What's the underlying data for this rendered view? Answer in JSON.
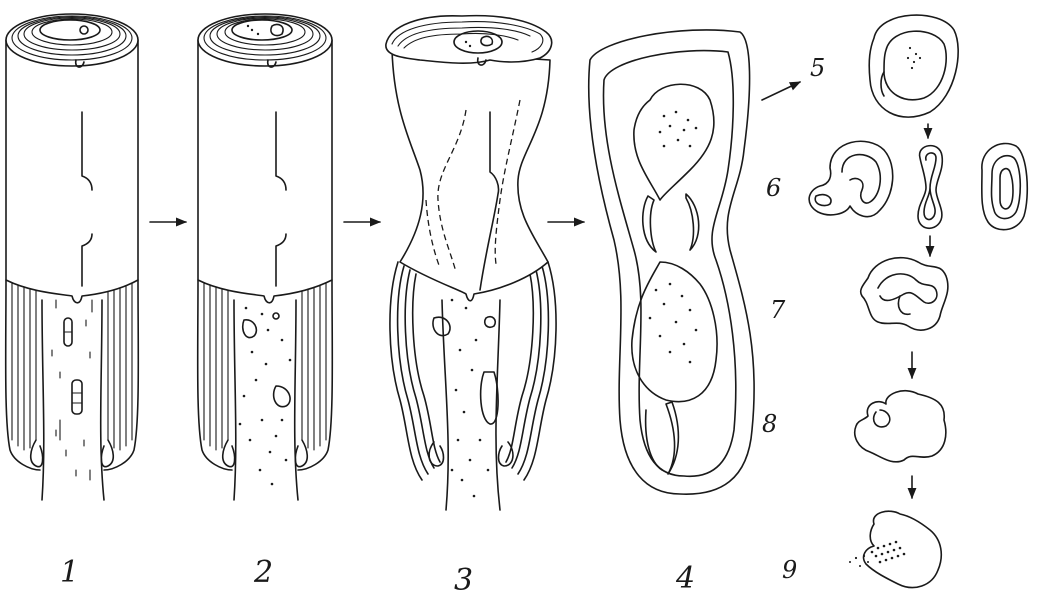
{
  "stages": [
    {
      "label": "1"
    },
    {
      "label": "2"
    },
    {
      "label": "3"
    },
    {
      "label": "4"
    },
    {
      "label": "5"
    },
    {
      "label": "6"
    },
    {
      "label": "7"
    },
    {
      "label": "8"
    },
    {
      "label": "9"
    }
  ],
  "arrows": [
    "1-to-2",
    "2-to-3",
    "3-to-4",
    "4-to-5",
    "5-to-6",
    "6-to-7",
    "7-to-8",
    "8-to-9"
  ],
  "colors": {
    "ink": "#1a1a1a",
    "paper": "#ffffff"
  }
}
